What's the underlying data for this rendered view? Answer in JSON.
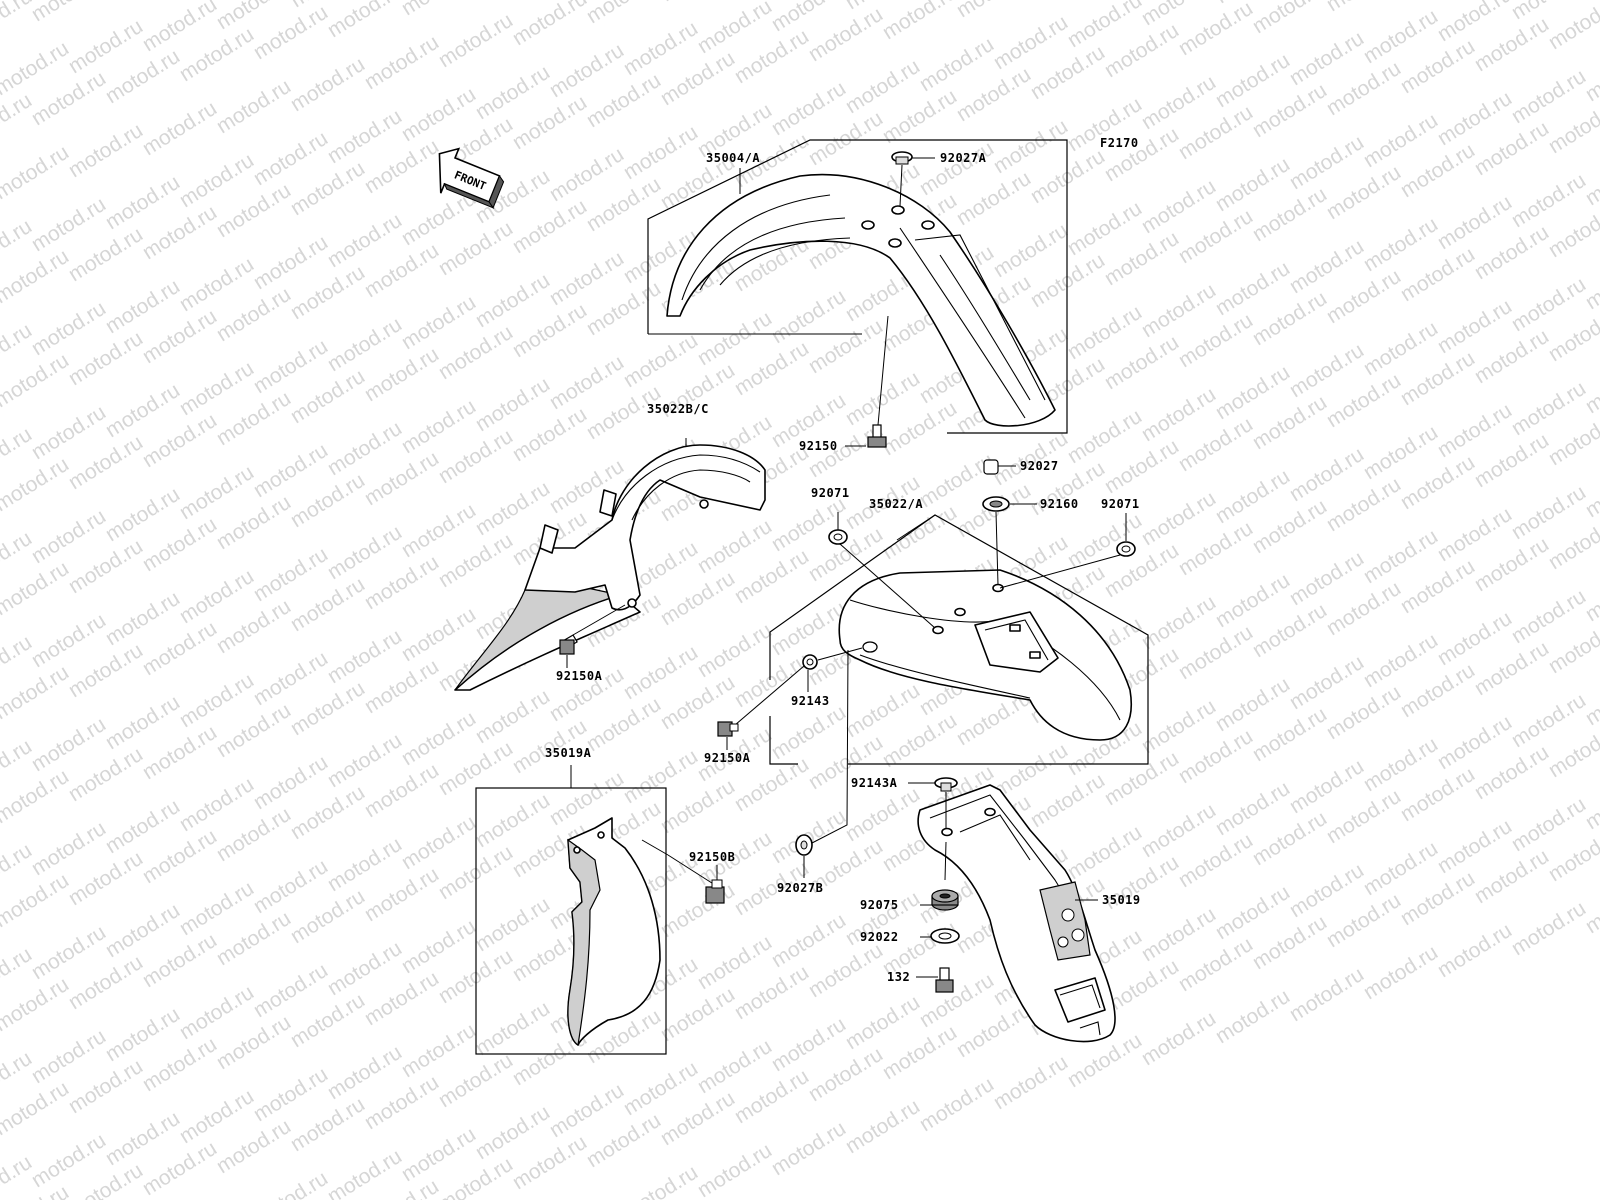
{
  "diagram_code": "F2170",
  "direction_label": "FRONT",
  "watermark_text": "motod.ru",
  "colors": {
    "line": "#000000",
    "background": "#ffffff",
    "watermark": "#d6d6d6"
  },
  "part_labels": {
    "p35004A": "35004/A",
    "p92027A": "92027A",
    "p92150_top": "92150",
    "p35022BC": "35022B/C",
    "p92027": "92027",
    "p92071_left": "92071",
    "p35022A": "35022/A",
    "p92160": "92160",
    "p92071_right": "92071",
    "p92150A_left": "92150A",
    "p92143": "92143",
    "p92150A_mid": "92150A",
    "p35019A": "35019A",
    "p92150B": "92150B",
    "p92143A": "92143A",
    "p92027B": "92027B",
    "p35019": "35019",
    "p92075": "92075",
    "p92022": "92022",
    "p132": "132"
  }
}
